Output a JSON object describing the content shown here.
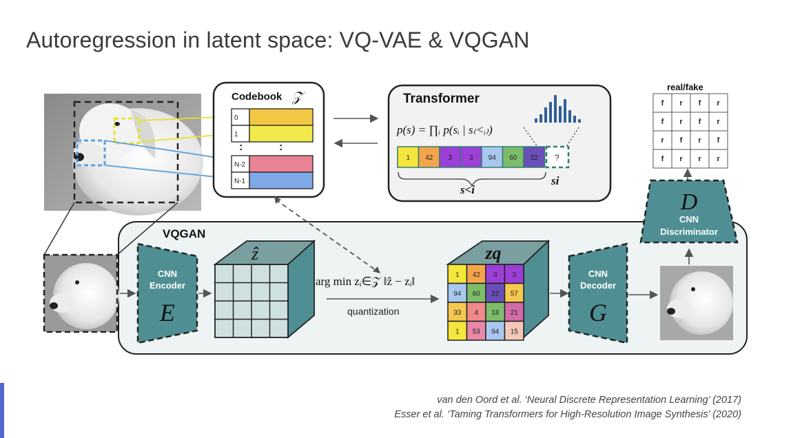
{
  "title": "Autoregression in latent space: VQ-VAE & VQGAN",
  "codebook": {
    "label": "Codebook",
    "symbol": "𝒵",
    "rows": [
      {
        "index": "0",
        "color": "#f2c744"
      },
      {
        "index": "1",
        "color": "#f2ea4a"
      },
      {
        "index": "N-2",
        "color": "#e88394"
      },
      {
        "index": "N-1",
        "color": "#7fa9e6"
      }
    ],
    "ellipsis": ":"
  },
  "transformer": {
    "label": "Transformer",
    "formula": "p(s) = ∏ᵢ p(sᵢ | s₍<ᵢ₎)",
    "tokens": [
      {
        "value": "1",
        "color": "#f5e63c"
      },
      {
        "value": "42",
        "color": "#f4a44a"
      },
      {
        "value": "3",
        "color": "#9b3fd6"
      },
      {
        "value": "3",
        "color": "#9b3fd6"
      },
      {
        "value": "94",
        "color": "#a8c8f0"
      },
      {
        "value": "60",
        "color": "#7dbd6a"
      },
      {
        "value": "22",
        "color": "#6a4fb8"
      }
    ],
    "next_token": "?",
    "context_label": "s<i",
    "next_label": "si",
    "histogram": [
      0.15,
      0.3,
      0.55,
      0.75,
      1.0,
      0.6,
      0.85,
      0.45,
      0.25,
      0.12
    ]
  },
  "discriminator": {
    "output_label": "real/fake",
    "grid": [
      [
        "f",
        "r",
        "f",
        "r"
      ],
      [
        "f",
        "r",
        "f",
        "r"
      ],
      [
        "r",
        "f",
        "r",
        "f"
      ],
      [
        "f",
        "r",
        "r",
        "r"
      ]
    ],
    "symbol": "D",
    "name_line1": "CNN",
    "name_line2": "Discriminator"
  },
  "vqgan": {
    "label": "VQGAN",
    "encoder": {
      "line1": "CNN",
      "line2": "Encoder",
      "symbol": "E"
    },
    "decoder": {
      "line1": "CNN",
      "line2": "Decoder",
      "symbol": "G"
    },
    "zhat_label": "ẑ",
    "zq_label": "zq",
    "quant_formula": "arg min zᵢ∈𝒵 ‖ẑ − zᵢ‖",
    "quant_label": "quantization",
    "zq_grid": [
      [
        {
          "v": "1",
          "c": "#f5e63c"
        },
        {
          "v": "42",
          "c": "#f4a44a"
        },
        {
          "v": "3",
          "c": "#9b3fd6"
        },
        {
          "v": "3",
          "c": "#9b3fd6"
        }
      ],
      [
        {
          "v": "94",
          "c": "#a8c8f0"
        },
        {
          "v": "60",
          "c": "#7dbd6a"
        },
        {
          "v": "22",
          "c": "#6a4fb8"
        },
        {
          "v": "57",
          "c": "#f5c850"
        }
      ],
      [
        {
          "v": "33",
          "c": "#f5c850"
        },
        {
          "v": "4",
          "c": "#f08a8a"
        },
        {
          "v": "18",
          "c": "#7dbd6a"
        },
        {
          "v": "21",
          "c": "#d46aa8"
        }
      ],
      [
        {
          "v": "1",
          "c": "#f5e63c"
        },
        {
          "v": "53",
          "c": "#e888a8"
        },
        {
          "v": "94",
          "c": "#a8c8f0"
        },
        {
          "v": "15",
          "c": "#f4c8b8"
        }
      ]
    ]
  },
  "references": [
    "van den Oord et al. ‘Neural Discrete Representation Learning’ (2017)",
    "Esser et al. ‘Taming Transformers for High-Resolution Image Synthesis’ (2020)"
  ],
  "colors": {
    "teal": "#4f8f94",
    "teal_light": "#cfe0e0",
    "panel_bg": "#eef3f3"
  }
}
